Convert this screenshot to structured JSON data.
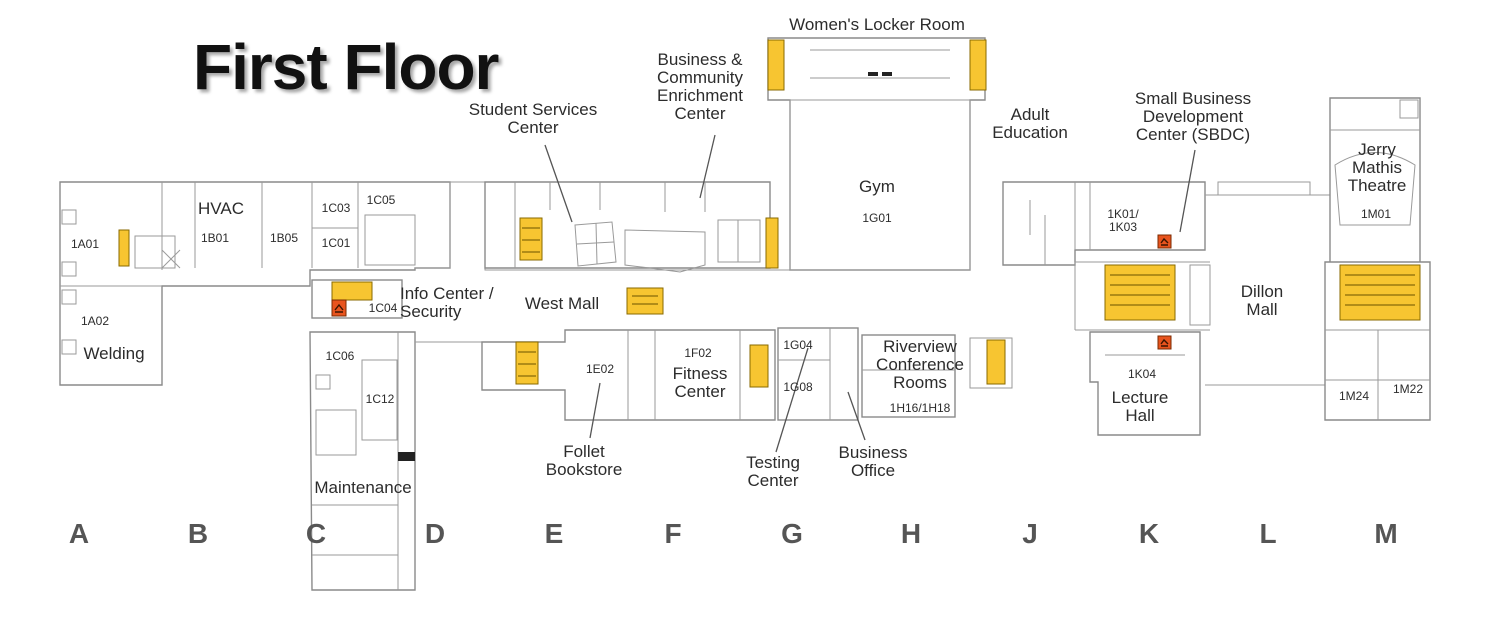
{
  "title": "First Floor",
  "colors": {
    "stairs": "#f7c531",
    "elevator": "#e8541e",
    "walls": "#8a8a8a",
    "text": "#2c2c2c"
  },
  "legend_icons": [
    "stairs-icon",
    "elevator-icon"
  ],
  "areas": {
    "womens_locker_room": "Women's Locker Room",
    "business_community": [
      "Business &",
      "Community",
      "Enrichment",
      "Center"
    ],
    "student_services": [
      "Student Services",
      "Center"
    ],
    "adult_education": [
      "Adult",
      "Education"
    ],
    "sbdc": [
      "Small Business",
      "Development",
      "Center (SBDC)"
    ],
    "theatre": [
      "Jerry",
      "Mathis",
      "Theatre"
    ],
    "hvac": "HVAC",
    "gym": "Gym",
    "info_center": [
      "Info Center /",
      "Security"
    ],
    "west_mall": "West Mall",
    "welding": "Welding",
    "fitness_center": [
      "Fitness",
      "Center"
    ],
    "riverview": [
      "Riverview",
      "Conference",
      "Rooms"
    ],
    "dillon_mall": [
      "Dillon",
      "Mall"
    ],
    "lecture_hall": [
      "Lecture",
      "Hall"
    ],
    "follet": [
      "Follet",
      "Bookstore"
    ],
    "testing_center": [
      "Testing",
      "Center"
    ],
    "business_office": [
      "Business",
      "Office"
    ],
    "maintenance": "Maintenance"
  },
  "rooms": {
    "r1A01": "1A01",
    "r1A02": "1A02",
    "r1B01": "1B01",
    "r1B05": "1B05",
    "r1C03": "1C03",
    "r1C05": "1C05",
    "r1C01": "1C01",
    "r1C04": "1C04",
    "r1C06": "1C06",
    "r1C12": "1C12",
    "r1E02": "1E02",
    "r1F02": "1F02",
    "r1G01": "1G01",
    "r1G04": "1G04",
    "r1G08": "1G08",
    "r1H16": "1H16/1H18",
    "r1K01": [
      "1K01/",
      "1K03"
    ],
    "r1K04": "1K04",
    "r1M01": "1M01",
    "r1M24": "1M24",
    "r1M22": "1M22"
  },
  "columns": [
    "A",
    "B",
    "C",
    "D",
    "E",
    "F",
    "G",
    "H",
    "J",
    "K",
    "L",
    "M"
  ]
}
